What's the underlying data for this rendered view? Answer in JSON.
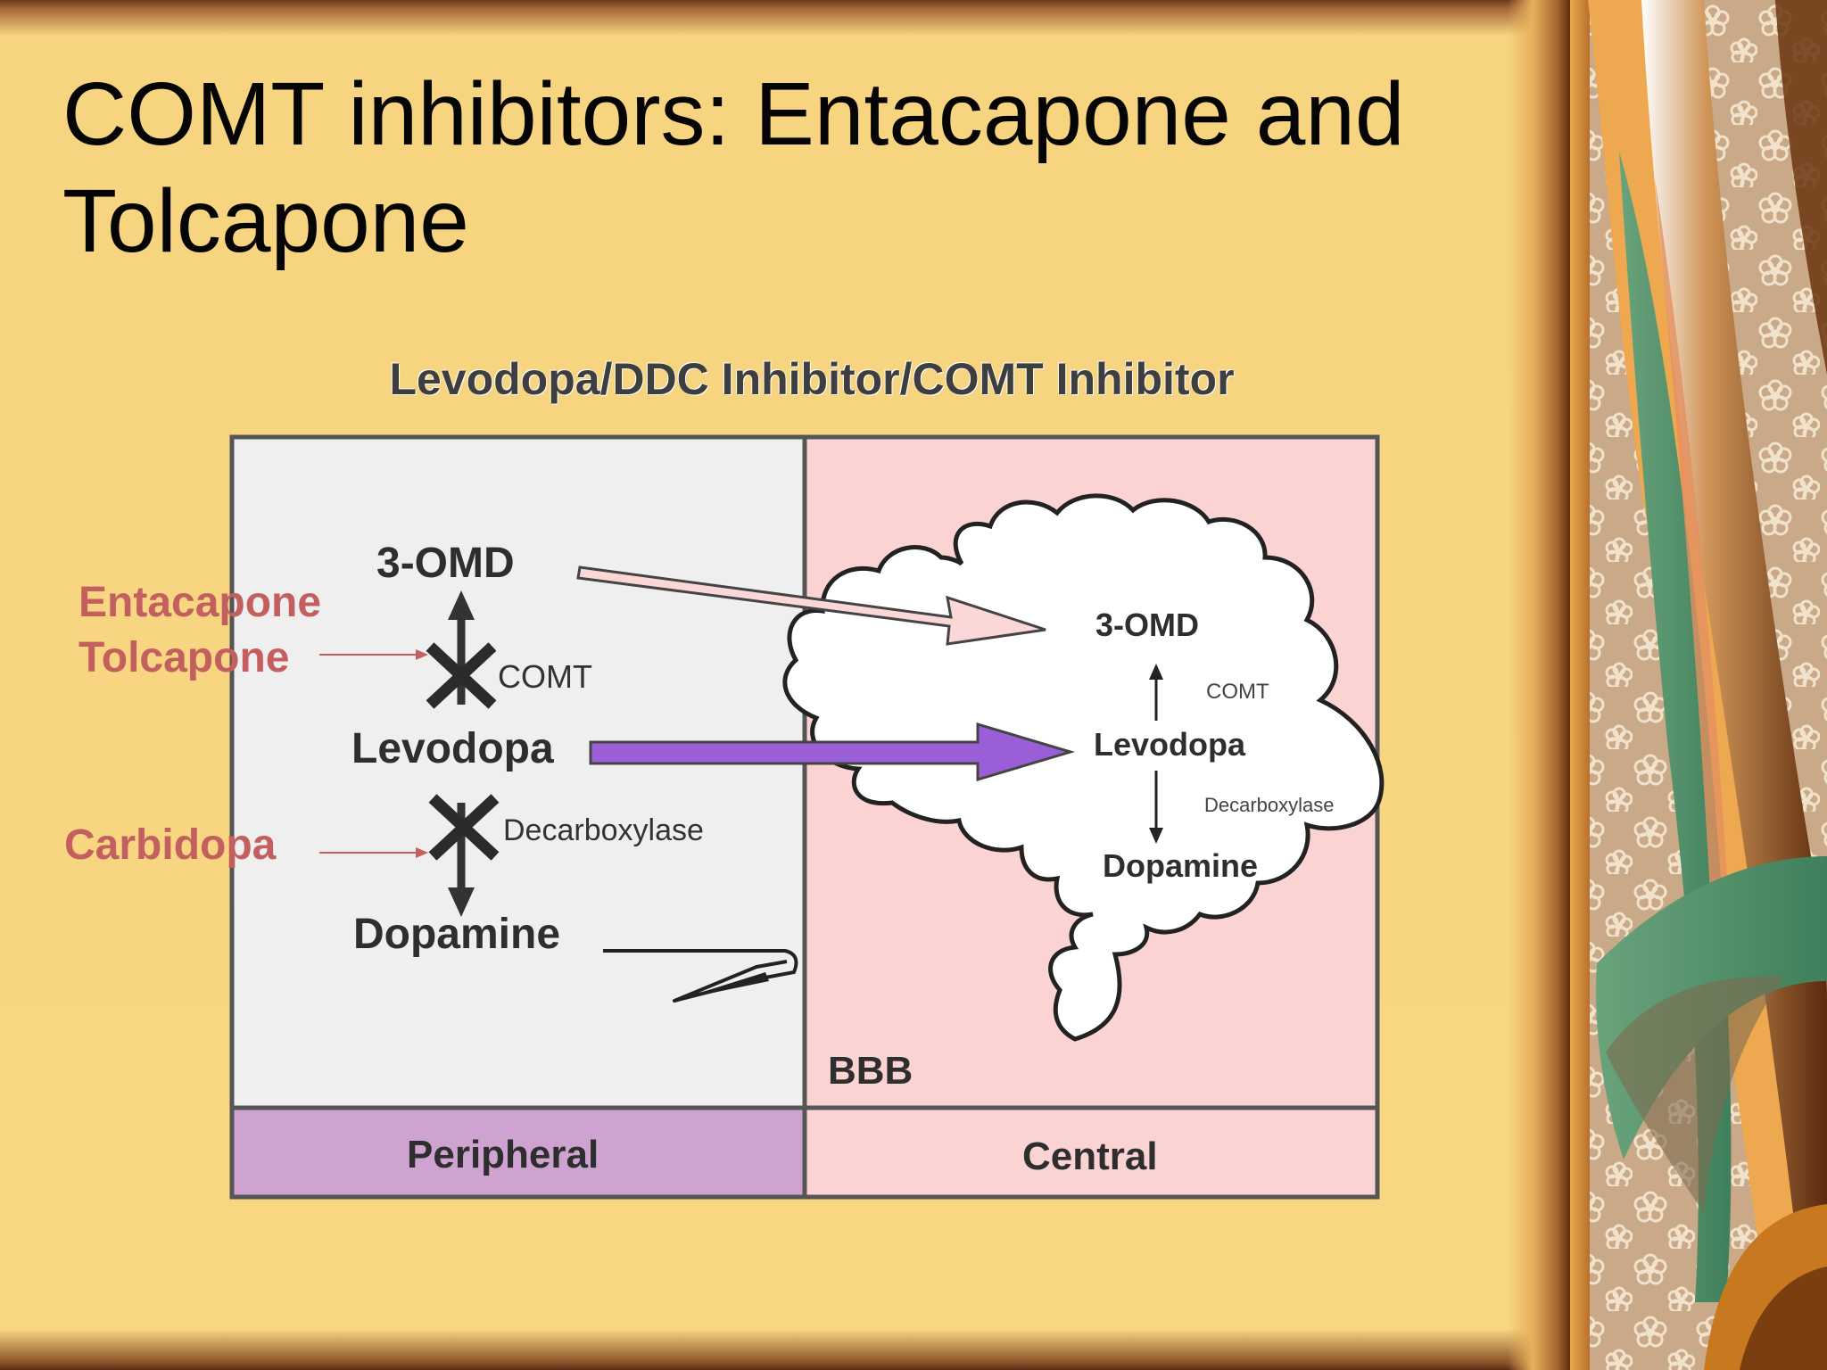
{
  "slide": {
    "title": "COMT inhibitors: Entacapone and Tolcapone"
  },
  "diagram": {
    "title": "Levodopa/DDC Inhibitor/COMT Inhibitor",
    "peripheral": {
      "omd": "3-OMD",
      "comt": "COMT",
      "levodopa": "Levodopa",
      "decarboxylase": "Decarboxylase",
      "dopamine": "Dopamine",
      "region_label": "Peripheral"
    },
    "central": {
      "omd": "3-OMD",
      "comt": "COMT",
      "levodopa": "Levodopa",
      "decarboxylase": "Decarboxylase",
      "dopamine": "Dopamine",
      "bbb": "BBB",
      "region_label": "Central"
    },
    "inhibitors": {
      "comt_inhibitor_1": "Entacapone",
      "comt_inhibitor_2": "Tolcapone",
      "ddc_inhibitor": "Carbidopa"
    },
    "colors": {
      "peripheral_bg": "#f0efef",
      "central_bg": "#fcd3d3",
      "peripheral_band": "#cfa3d0",
      "levodopa_arrow": "#9a5fd6",
      "omd_arrow": "#fbd7d7",
      "inhibitor_text": "#c35f5f"
    }
  }
}
